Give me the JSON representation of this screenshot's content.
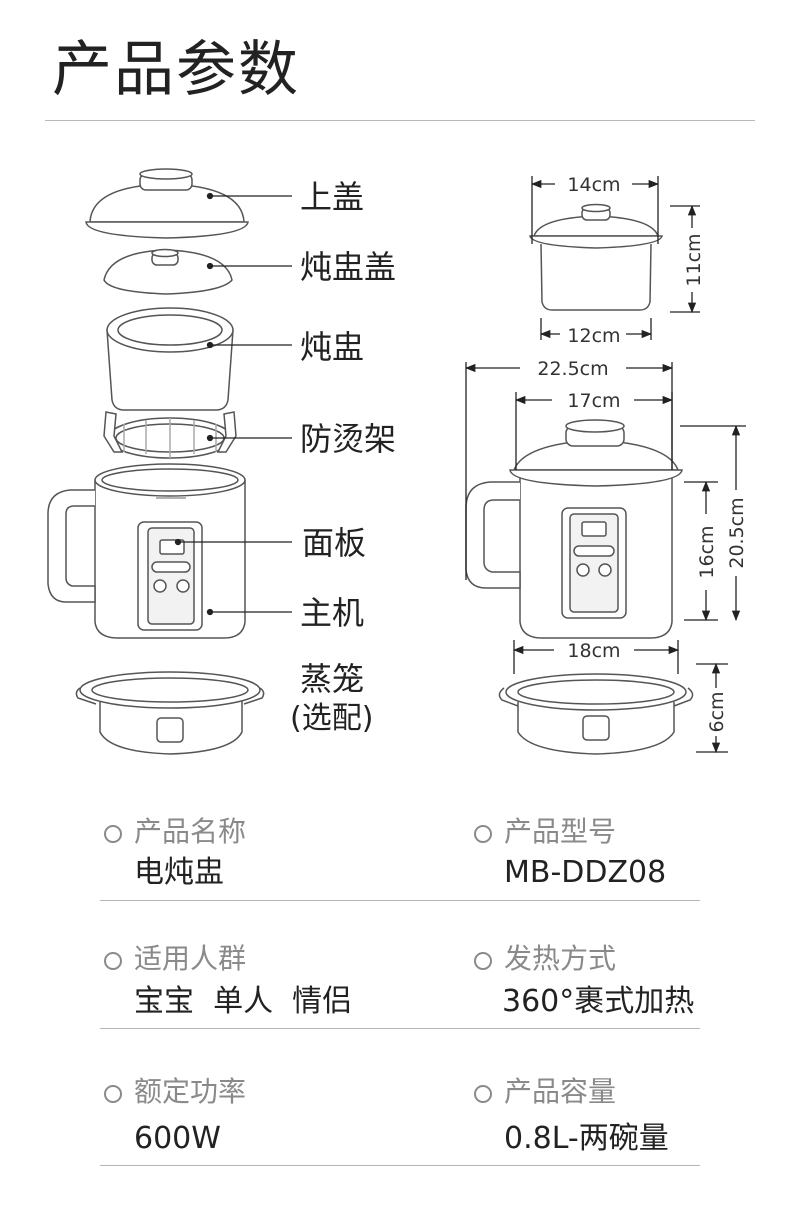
{
  "title": "产品参数",
  "parts": {
    "lid": "上盖",
    "inner_lid": "炖盅盖",
    "inner_pot": "炖盅",
    "scald_rack": "防烫架",
    "panel": "面板",
    "base": "主机",
    "steamer_line1": "蒸笼",
    "steamer_line2": "(选配)"
  },
  "dimensions": {
    "pot_width_top": "14cm",
    "pot_height": "11cm",
    "pot_width_bottom": "12cm",
    "body_width_handle": "22.5cm",
    "body_width": "17cm",
    "body_height_inner": "16cm",
    "body_height_total": "20.5cm",
    "steamer_width": "18cm",
    "steamer_height": "6cm"
  },
  "specs": [
    {
      "label": "产品名称",
      "value": "电炖盅"
    },
    {
      "label": "产品型号",
      "value": "MB-DDZ08"
    },
    {
      "label": "适用人群",
      "value": "宝宝  单人  情侣"
    },
    {
      "label": "发热方式",
      "value": "360°裹式加热"
    },
    {
      "label": "额定功率",
      "value": "600W"
    },
    {
      "label": "产品容量",
      "value": "0.8L-两碗量"
    }
  ]
}
